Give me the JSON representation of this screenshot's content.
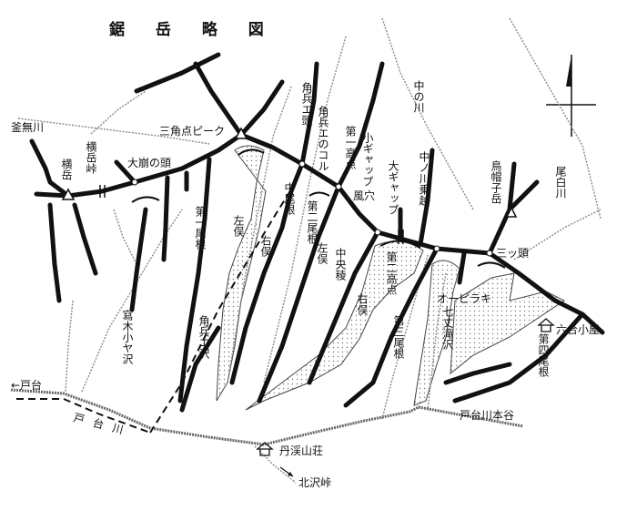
{
  "title": "鋸 岳 略 図",
  "colors": {
    "ink": "#111111",
    "stream": "#888888",
    "background": "#ffffff"
  },
  "icons": {
    "summit": "triangle-summit-icon",
    "saddle": "double-bar-icon",
    "hut": "hut-icon",
    "north": "north-arrow-icon"
  },
  "labels": {
    "kamanashi_river": "釜無川",
    "yokodake_pass": "横岳峠",
    "yokodake": "横岳",
    "okuzure_head": "大崩の頭",
    "triangulation_peak": "三角点ピーク",
    "kakubee_head": "角兵エ頭",
    "kakubee_col": "角兵エのコル",
    "first_high_point": "第一高点",
    "small_gap": "小ギャップ",
    "naka_no_kawa": "中の川",
    "big_gap": "大ギャップ",
    "fuketsu": "風穴",
    "nakanokawa_norikoshi": "中ノ川乗越",
    "eboshi_dake": "鳥帽子岳",
    "ojiro_river": "尾白川",
    "mitsu_gashira": "三ッ頭",
    "left_fork_1": "左俣",
    "first_ridge": "第一尾根",
    "middle_ridge": "中尾根",
    "right_fork_1": "右俣",
    "second_ridge": "第二尾根",
    "left_fork_2": "左俣",
    "central_ridge": "中央稜",
    "second_high_point": "第二高点",
    "right_fork_2": "右俣",
    "third_ridge": "第三尾根",
    "ohpiraki": "オーピラキ",
    "shichijo_falls_valley": "七丈滝沢",
    "fourth_ridge": "第四尾根",
    "rokugo_hut": "六合小屋",
    "kakubee_valley": "角兵エ沢",
    "koya_valley": "寫木小ヤ沢",
    "todai_arrow": "←戸台",
    "todai_river": "戸台川",
    "todai_main_valley": "戸台川本谷",
    "tankei_lodge": "丹渓山荘",
    "kitazawa_pass": "北沢峠"
  }
}
